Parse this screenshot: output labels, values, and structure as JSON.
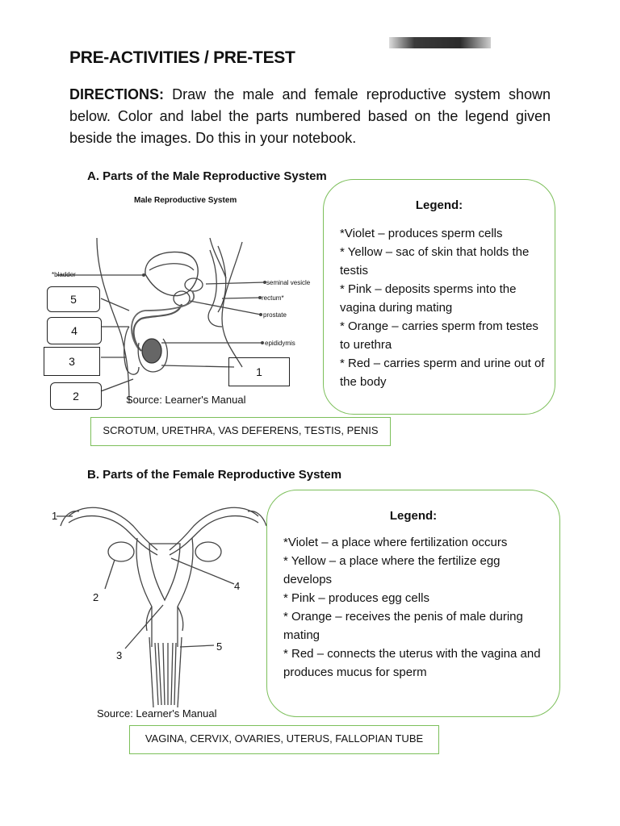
{
  "page_title": "PRE-ACTIVITIES / PRE-TEST",
  "directions": {
    "label": "DIRECTIONS:",
    "text": "Draw the male and female reproductive system shown below. Color and label the parts numbered based on the legend given beside the images. Do this in your notebook."
  },
  "section_a": {
    "heading": "A.  Parts of the Male Reproductive System",
    "diagram_title": "Male Reproductive System",
    "labels": [
      "*bladder",
      "seminal vesicle",
      "rectum*",
      "prostate",
      "epididymis"
    ],
    "number_boxes": [
      "5",
      "4",
      "3",
      "2",
      "1"
    ],
    "source": "Source: Learner's Manual",
    "legend": {
      "title": "Legend:",
      "items": [
        "*Violet –   produces sperm cells",
        "* Yellow – sac of skin that holds the testis",
        "* Pink – deposits sperms into the vagina during mating",
        "* Orange – carries sperm from testes to urethra",
        "* Red – carries sperm and urine out of the body"
      ]
    },
    "word_bank": "SCROTUM, URETHRA, VAS DEFERENS, TESTIS, PENIS"
  },
  "section_b": {
    "heading": "B.  Parts of the Female Reproductive System",
    "numbers": [
      "1",
      "2",
      "3",
      "4",
      "5"
    ],
    "source": "Source: Learner's Manual",
    "legend": {
      "title": "Legend:",
      "items": [
        "*Violet –   a place where fertilization occurs",
        "* Yellow – a place where the fertilize egg develops",
        "* Pink – produces egg cells",
        "* Orange – receives the penis of male during mating",
        "* Red – connects the uterus with the vagina and produces mucus for sperm"
      ]
    },
    "word_bank": "VAGINA, CERVIX, OVARIES, UTERUS, FALLOPIAN TUBE"
  },
  "colors": {
    "legend_border": "#7cbf5a",
    "text": "#111111"
  }
}
